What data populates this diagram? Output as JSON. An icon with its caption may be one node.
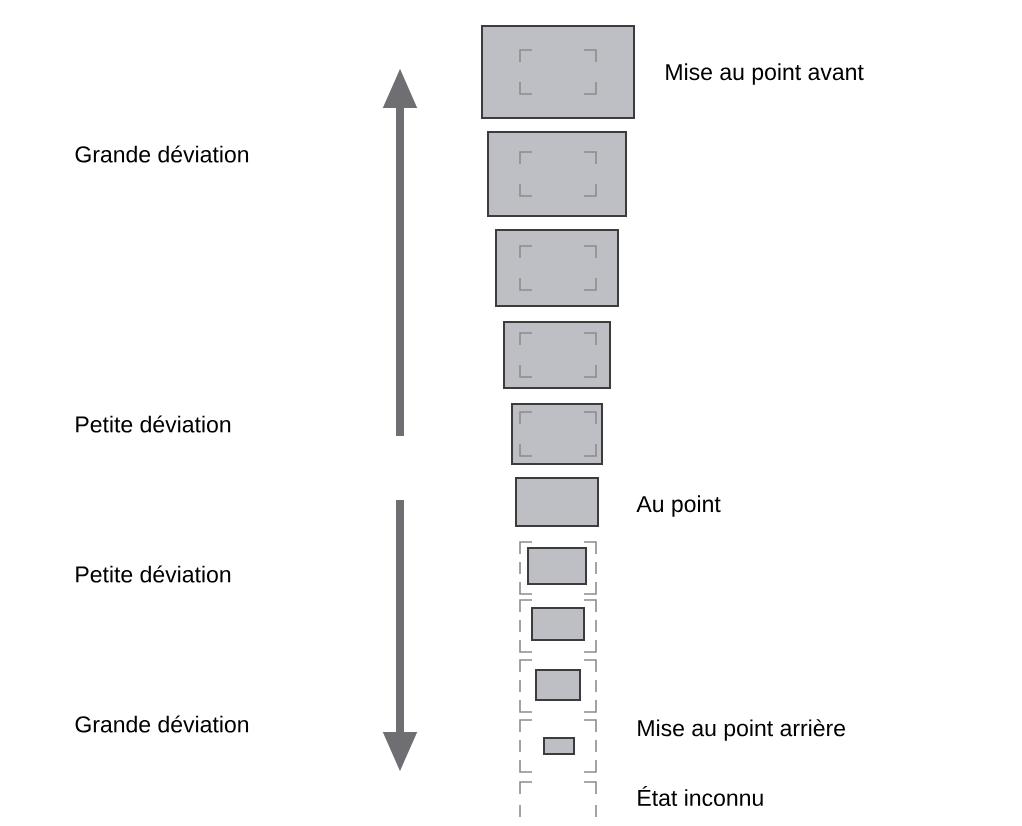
{
  "diagram": {
    "labels": [
      "Grande déviation",
      "Mise au point avant",
      "Petite déviation",
      "Au point",
      "Petite déviation",
      "Grande déviation",
      "Mise au point arrière",
      "État inconnu"
    ]
  }
}
